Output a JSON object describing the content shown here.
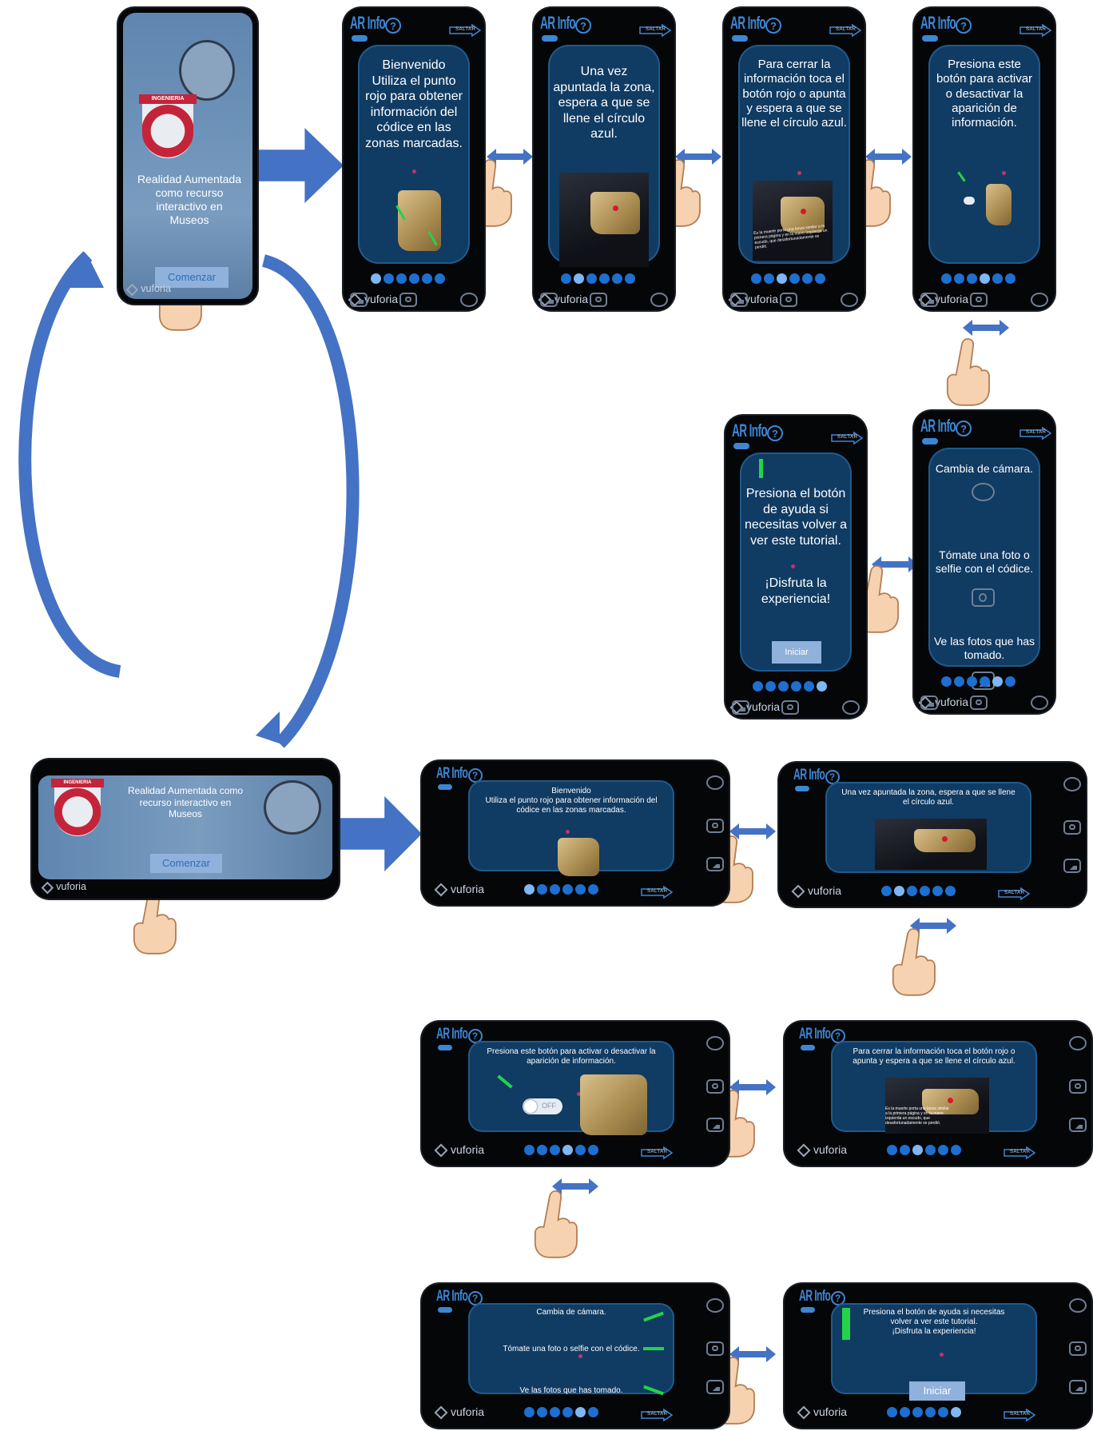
{
  "common": {
    "ar_info": "AR Info",
    "help": "?",
    "skip": "SALTAR",
    "vuforia": "vuforia"
  },
  "start_portrait": {
    "title": "Realidad Aumentada como recurso interactivo en Museos",
    "button": "Comenzar",
    "badge": "INGENIERIA"
  },
  "start_landscape": {
    "title": "Realidad Aumentada como recurso interactivo en Museos",
    "button": "Comenzar",
    "badge": "INGENIERIA"
  },
  "portrait_steps": [
    {
      "text": "Bienvenido\nUtiliza el punto rojo para obtener información del códice en las zonas marcadas.",
      "active_dot": 0
    },
    {
      "text": "Una vez apuntada la zona, espera a que se llene el círculo azul.",
      "active_dot": 1
    },
    {
      "text": "Para cerrar la información toca el botón rojo o apunta y espera a que se llene el círculo azul.",
      "active_dot": 2
    },
    {
      "text": "Presiona este botón para activar o desactivar la aparición de información.",
      "active_dot": 3
    }
  ],
  "portrait_help": {
    "text": "Presiona el botón de ayuda si necesitas volver a ver este tutorial.",
    "enjoy": "¡Disfruta la experiencia!",
    "button": "Iniciar",
    "active_dot": 5
  },
  "portrait_camera": {
    "change": "Cambia de cámara.",
    "photo": "Tómate una foto o selfie con el códice.",
    "gallery": "Ve las fotos que has tomado.",
    "active_dot": 4
  },
  "landscape_steps": [
    {
      "text": "Bienvenido\nUtiliza el punto rojo para obtener información del códice en las zonas marcadas.",
      "active_dot": 0
    },
    {
      "text": "Una vez apuntada la zona, espera a que se llene el círculo azul.",
      "active_dot": 1
    },
    {
      "text": "Presiona este botón para activar o desactivar la aparición de información.",
      "active_dot": 3
    },
    {
      "text": "Para cerrar la información toca el botón rojo o apunta y espera a que se llene el círculo azul.",
      "active_dot": 2
    }
  ],
  "landscape_toggle": "OFF",
  "landscape_camera": {
    "change": "Cambia de cámara.",
    "photo": "Tómate una foto o selfie con el códice.",
    "gallery": "Ve las fotos que has tomado.",
    "active_dot": 4
  },
  "landscape_help": {
    "text": "Presiona el botón de ayuda si necesitas volver a ver este tutorial.\n¡Disfruta la experiencia!",
    "button": "Iniciar",
    "active_dot": 5
  },
  "photo_caption": "Es la muerte porta una lanza similar a la primera página y en la mano izquierda un escudo, que desafortunadamente se perdió.",
  "colors": {
    "flow_arrow": "#4472c4",
    "screen_bg": "#103b63",
    "accent": "#3d86d4",
    "dot": "#1d6fd0",
    "green_arrow": "#24d34a"
  }
}
